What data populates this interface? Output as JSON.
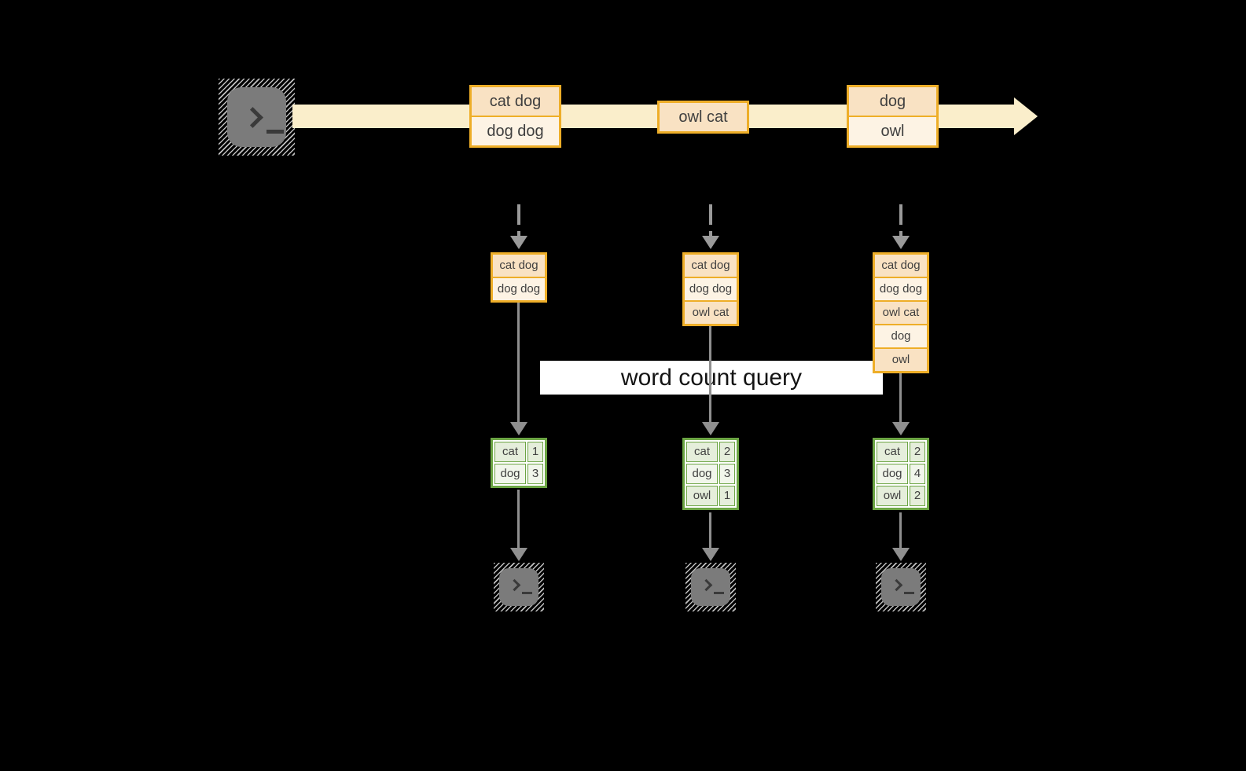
{
  "query_label": "word count query",
  "stream": {
    "source_icon": "terminal-icon",
    "records": [
      {
        "cells": [
          "cat dog",
          "dog dog"
        ]
      },
      {
        "cells": [
          "owl cat"
        ]
      },
      {
        "cells": [
          "dog",
          "owl"
        ]
      }
    ]
  },
  "columns": [
    {
      "state": {
        "cells": [
          "cat dog",
          "dog dog"
        ]
      },
      "table": {
        "rows": [
          {
            "word": "cat",
            "count": "1"
          },
          {
            "word": "dog",
            "count": "3"
          }
        ]
      },
      "sink_icon": "terminal-icon"
    },
    {
      "state": {
        "cells": [
          "cat dog",
          "dog dog",
          "owl cat"
        ]
      },
      "table": {
        "rows": [
          {
            "word": "cat",
            "count": "2"
          },
          {
            "word": "dog",
            "count": "3"
          },
          {
            "word": "owl",
            "count": "1"
          }
        ]
      },
      "sink_icon": "terminal-icon"
    },
    {
      "state": {
        "cells": [
          "cat dog",
          "dog dog",
          "owl cat",
          "dog",
          "owl"
        ]
      },
      "table": {
        "rows": [
          {
            "word": "cat",
            "count": "2"
          },
          {
            "word": "dog",
            "count": "4"
          },
          {
            "word": "owl",
            "count": "2"
          }
        ]
      },
      "sink_icon": "terminal-icon"
    }
  ],
  "colors": {
    "background": "#000000",
    "stream_band": "#faeecb",
    "record_border": "#eeae28",
    "record_fill_dark": "#f9e2c3",
    "record_fill_light": "#fdf3e4",
    "table_border": "#6ca544",
    "table_fill_dark": "#e5eedb",
    "table_fill_light": "#f1f6eb",
    "arrow_gray": "#8f8f8f"
  }
}
